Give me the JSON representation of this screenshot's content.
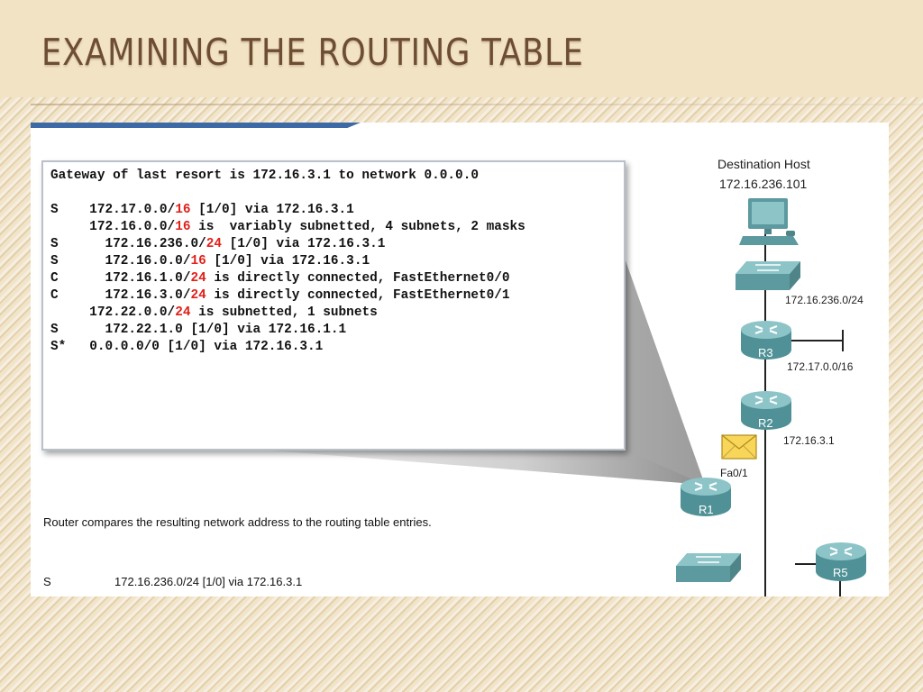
{
  "slide": {
    "title": "EXAMINING THE ROUTING TABLE"
  },
  "routing_table": {
    "lines": [
      {
        "code": "Gateway of last resort is 172.16.3.1 to network 0.0.0.0",
        "pre": "",
        "mask": "",
        "post": ""
      },
      {
        "code": "",
        "pre": "",
        "mask": "",
        "post": ""
      },
      {
        "code": "S",
        "pre": "    172.17.0.0/",
        "mask": "16",
        "post": " [1/0] via 172.16.3.1"
      },
      {
        "code": "",
        "pre": "     172.16.0.0/",
        "mask": "16",
        "post": " is  variably subnetted, 4 subnets, 2 masks"
      },
      {
        "code": "S",
        "pre": "      172.16.236.0/",
        "mask": "24",
        "post": " [1/0] via 172.16.3.1"
      },
      {
        "code": "S",
        "pre": "      172.16.0.0/",
        "mask": "16",
        "post": " [1/0] via 172.16.3.1"
      },
      {
        "code": "C",
        "pre": "      172.16.1.0/",
        "mask": "24",
        "post": " is directly connected, FastEthernet0/0"
      },
      {
        "code": "C",
        "pre": "      172.16.3.0/",
        "mask": "24",
        "post": " is directly connected, FastEthernet0/1"
      },
      {
        "code": "",
        "pre": "     172.22.0.0/",
        "mask": "24",
        "post": " is subnetted, 1 subnets"
      },
      {
        "code": "S",
        "pre": "      172.22.1.0 [1/0] via 172.16.1.1",
        "mask": "",
        "post": ""
      },
      {
        "code": "S*",
        "pre": "   0.0.0.0/0 [1/0] via 172.16.3.1",
        "mask": "",
        "post": ""
      }
    ]
  },
  "caption": "Router compares the resulting network address to the routing table entries.",
  "matched_entry": {
    "code": "S",
    "text": "172.16.236.0/24 [1/0] via 172.16.3.1"
  },
  "topology": {
    "destination_label": "Destination Host",
    "destination_ip": "172.16.236.101",
    "r3_lan": "172.16.236.0/24",
    "r3_stub": "172.17.0.0/16",
    "r2_link": "172.16.3.1",
    "r1_interface": "Fa0/1",
    "routers": [
      "R3",
      "R2",
      "R1",
      "R5"
    ]
  },
  "colors": {
    "title": "#6d4d33",
    "mask_highlight": "#e0211b",
    "router": "#4f9196",
    "switch": "#5c9aa0",
    "panel_accent": "#3d6aa6"
  },
  "icons": {
    "host": "computer-icon",
    "switch": "switch-icon",
    "router": "router-icon",
    "packet": "envelope-icon"
  }
}
